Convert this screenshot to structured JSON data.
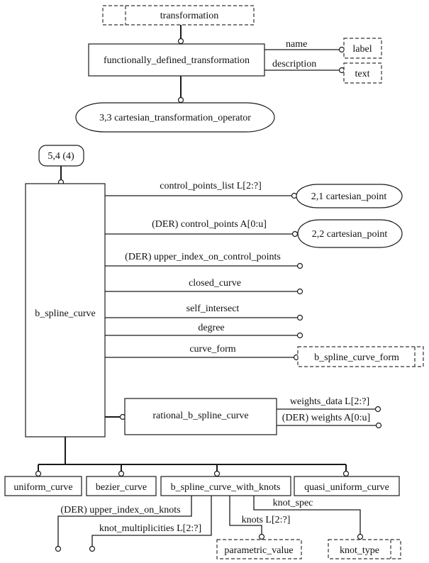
{
  "diagram": {
    "top": {
      "supertype": "transformation",
      "entity": "functionally_defined_transformation",
      "attributes": [
        {
          "name": "name",
          "type": "label"
        },
        {
          "name": "description",
          "type": "text"
        }
      ],
      "subtype_ref": "3,3 cartesian_transformation_operator"
    },
    "main": {
      "page_ref": "5,4 (4)",
      "entity": "b_spline_curve",
      "attributes": [
        {
          "name": "control_points_list L[2:?]",
          "type": "2,1 cartesian_point"
        },
        {
          "name": "(DER) control_points A[0:u]",
          "type": "2,2 cartesian_point"
        },
        {
          "name": "(DER) upper_index_on_control_points"
        },
        {
          "name": "closed_curve"
        },
        {
          "name": "self_intersect"
        },
        {
          "name": "degree"
        },
        {
          "name": "curve_form",
          "type": "b_spline_curve_form"
        }
      ],
      "rational": {
        "entity": "rational_b_spline_curve",
        "attributes": [
          "weights_data L[2:?]",
          "(DER) weights A[0:u]"
        ]
      },
      "subtypes": [
        "uniform_curve",
        "bezier_curve",
        "b_spline_curve_with_knots",
        "quasi_uniform_curve"
      ],
      "knots": {
        "upper_index": "(DER) upper_index_on_knots",
        "multiplicities": "knot_multiplicities L[2:?]",
        "knots": "knots L[2:?]",
        "knots_type": "parametric_value",
        "knot_spec": "knot_spec",
        "knot_spec_type": "knot_type"
      }
    }
  }
}
